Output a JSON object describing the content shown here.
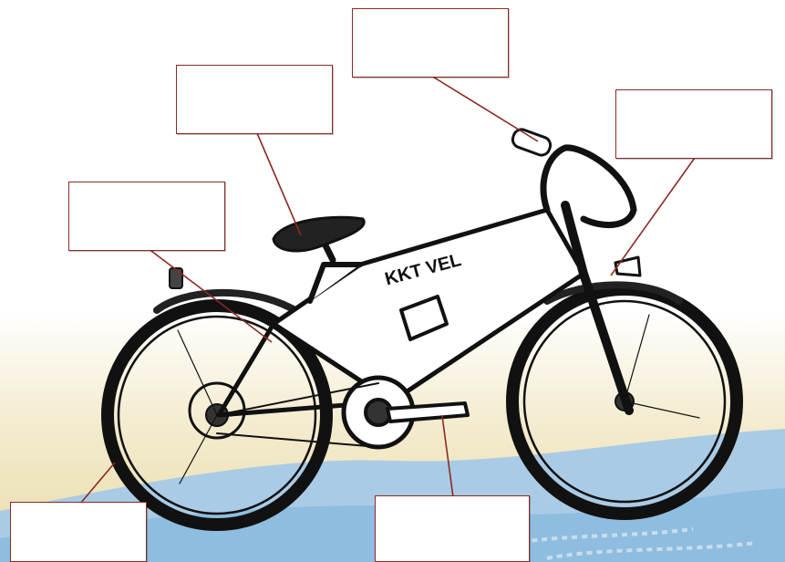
{
  "diagram": {
    "labels": [
      {
        "id": "handlebar",
        "text": ""
      },
      {
        "id": "saddle",
        "text": ""
      },
      {
        "id": "headlight",
        "text": ""
      },
      {
        "id": "reflector",
        "text": ""
      },
      {
        "id": "tyre",
        "text": ""
      },
      {
        "id": "pedal",
        "text": ""
      }
    ],
    "brand_text": "KKT VEL",
    "colors": {
      "label_border": "#8b2a22",
      "leader_line": "#8b2a22",
      "sky_band": "#efe3b8",
      "water": "#9cc3e2",
      "ink": "#111111"
    }
  }
}
